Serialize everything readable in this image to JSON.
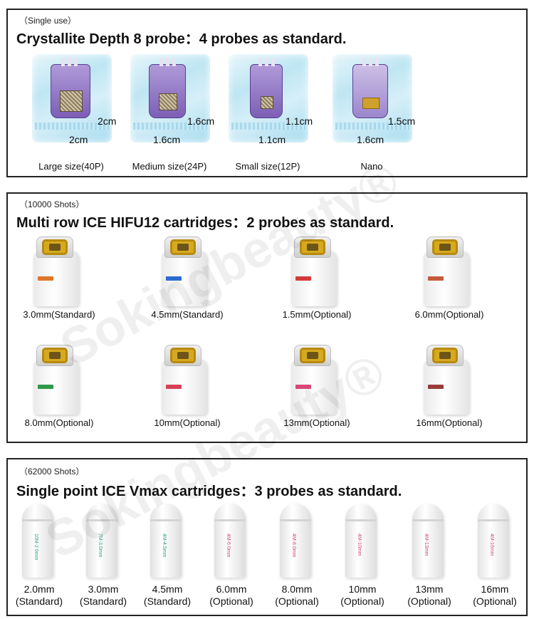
{
  "section1": {
    "note": "（Single use）",
    "heading": "Crystallite Depth 8 probe：4 probes as standard.",
    "probes": [
      {
        "w": "2cm",
        "h": "2cm",
        "label": "Large size(40P)"
      },
      {
        "w": "1.6cm",
        "h": "1.6cm",
        "label": "Medium size(24P)"
      },
      {
        "w": "1.1cm",
        "h": "1.1cm",
        "label": "Small size(12P)"
      },
      {
        "w": "1.6cm",
        "h": "1.5cm",
        "label": "Nano"
      }
    ]
  },
  "section2": {
    "note": "（10000 Shots）",
    "heading": "Multi row ICE HIFU12 cartridges：2 probes as standard.",
    "cartridges": [
      {
        "label": "3.0mm(Standard)",
        "color": "#e0762a"
      },
      {
        "label": "4.5mm(Standard)",
        "color": "#2a6bd0"
      },
      {
        "label": "1.5mm(Optional)",
        "color": "#d33a3a"
      },
      {
        "label": "6.0mm(Optional)",
        "color": "#c55a3a"
      },
      {
        "label": "8.0mm(Optional)",
        "color": "#2f9a4a"
      },
      {
        "label": "10mm(Optional)",
        "color": "#d8405a"
      },
      {
        "label": "13mm(Optional)",
        "color": "#d6487a"
      },
      {
        "label": "16mm(Optional)",
        "color": "#9a3a3a"
      }
    ]
  },
  "section3": {
    "note": "（62000 Shots）",
    "heading": "Single point ICE Vmax cartridges：3 probes as standard.",
    "cartridges": [
      {
        "mm": "2.0mm",
        "type": "(Standard)",
        "print": "10M-2.0mm",
        "color": "#2ea08a"
      },
      {
        "mm": "3.0mm",
        "type": "(Standard)",
        "print": "7M-3.0mm",
        "color": "#2ea08a"
      },
      {
        "mm": "4.5mm",
        "type": "(Standard)",
        "print": "4M-4.5mm",
        "color": "#2ea08a"
      },
      {
        "mm": "6.0mm",
        "type": "(Optional)",
        "print": "4M-6.0mm",
        "color": "#d04a7a"
      },
      {
        "mm": "8.0mm",
        "type": "(Optional)",
        "print": "4M-8.0mm",
        "color": "#d04a7a"
      },
      {
        "mm": "10mm",
        "type": "(Optional)",
        "print": "4M-10mm",
        "color": "#d04a7a"
      },
      {
        "mm": "13mm",
        "type": "(Optional)",
        "print": "4M-13mm",
        "color": "#d04a7a"
      },
      {
        "mm": "16mm",
        "type": "(Optional)",
        "print": "4M-16mm",
        "color": "#d04a7a"
      }
    ]
  },
  "watermark": "Sokingbeauty®"
}
